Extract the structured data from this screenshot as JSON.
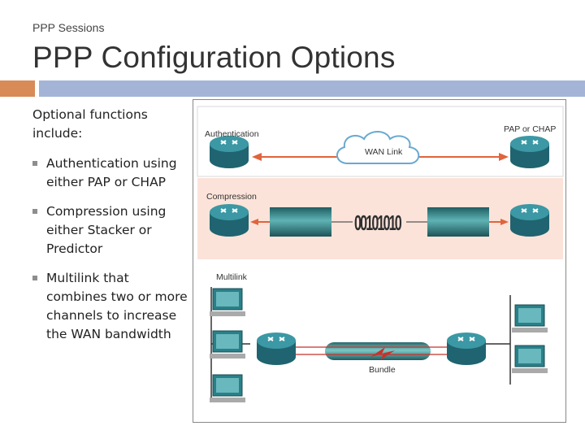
{
  "header": {
    "subtitle": "PPP Sessions",
    "title": "PPP Configuration Options"
  },
  "content": {
    "intro": "Optional functions include:",
    "bullets": [
      "Authentication using either PAP or CHAP",
      "Compression using either Stacker or Predictor",
      "Multilink that combines two or more channels to increase the WAN bandwidth"
    ]
  },
  "diagram": {
    "authentication_label": "Authentication",
    "pap_chap_label": "PAP or CHAP",
    "wan_link_label": "WAN Link",
    "compression_label": "Compression",
    "bits_label": "00101010",
    "multilink_label": "Multilink",
    "bundle_label": "Bundle",
    "colors": {
      "auth_band": "#ffffff",
      "compression_band": "#fbe3d9",
      "arrow": "#e0643c",
      "router": "#2a7f8c",
      "bundle_red": "#c8322a"
    }
  }
}
